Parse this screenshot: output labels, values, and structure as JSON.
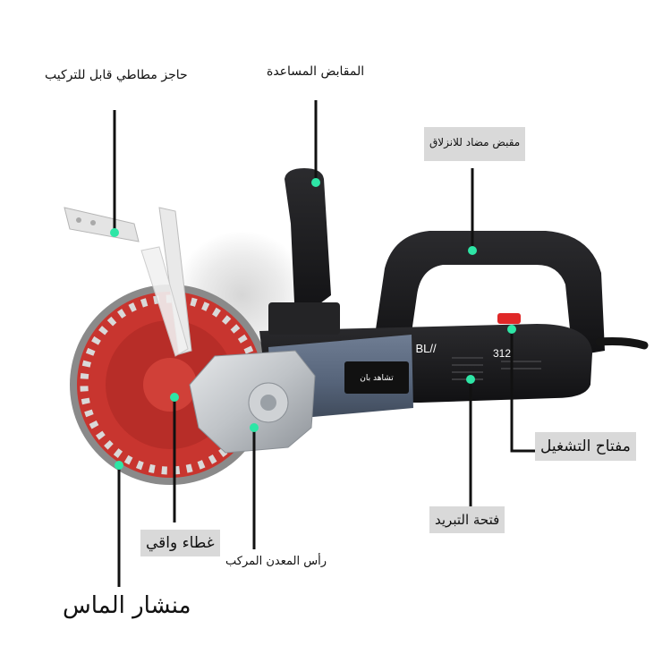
{
  "labels": {
    "rubber_guard": "حاجز مطاطي قابل للتركيب",
    "aux_handle": "المقابض المساعدة",
    "anti_slip_handle": "مقبض مضاد للانزلاق",
    "power_switch": "مفتاح التشغيل",
    "cooling_vent": "فتحة التبريد",
    "metal_head": "رأس المعدن المركب",
    "protective_cover": "غطاء واقي",
    "diamond_saw": "منشار الماس"
  },
  "tool_text": {
    "brand": "BL//",
    "model": "312",
    "plate": "تشاهد بان"
  },
  "colors": {
    "blade": "#c8352f",
    "body": "#1c1c1e",
    "motor": "#56647a",
    "head": "#bfc3c7",
    "pointer": "#2ee6a6",
    "switch": "#e02828"
  }
}
